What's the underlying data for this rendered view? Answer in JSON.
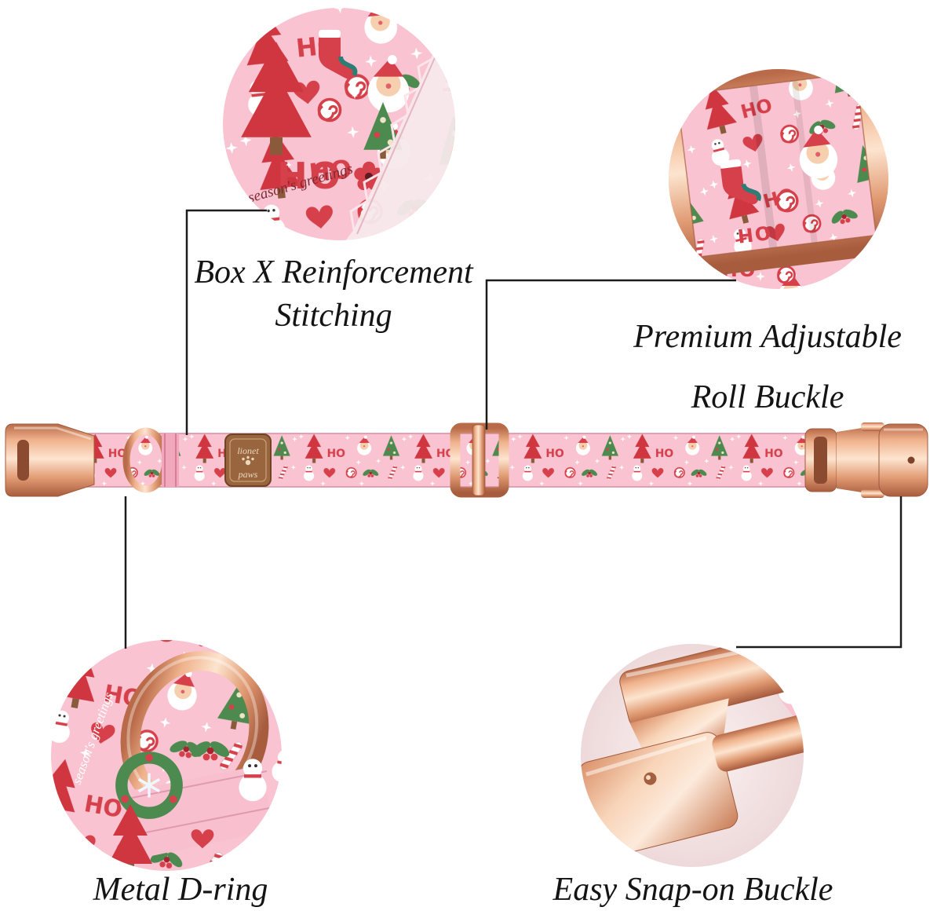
{
  "canvas": {
    "background": "#ffffff"
  },
  "callouts": {
    "stitching": {
      "line1": "Box X Reinforcement",
      "line2": "Stitching"
    },
    "roll_buckle": {
      "line1": "Premium Adjustable",
      "line2": "Roll Buckle"
    },
    "d_ring": {
      "label": "Metal D-ring"
    },
    "snap_buckle": {
      "label": "Easy Snap-on Buckle"
    }
  },
  "collar": {
    "brand_tag": {
      "line1": "lionet",
      "line2": "paws"
    },
    "pattern": {
      "ho": "HO",
      "script": "season's greetings"
    },
    "colors": {
      "fabric_pink": "#f9c3d1",
      "rose_gold": "#e29b72",
      "tag_brown": "#99653f",
      "motif_red": "#d6404a",
      "motif_green": "#4d8a4f",
      "line_black": "#1c1c1c"
    }
  }
}
